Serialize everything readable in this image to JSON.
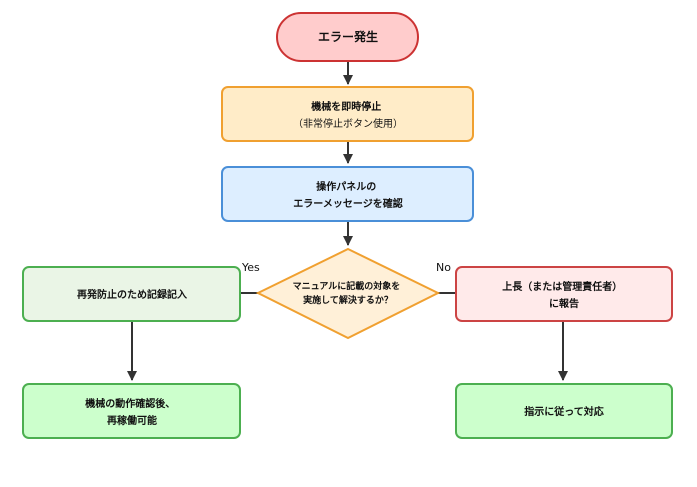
{
  "nodes": {
    "start": {
      "lines": [
        "エラー発生"
      ]
    },
    "stop": {
      "lines": [
        "機械を即時停止",
        "（非常停止ボタン使用）"
      ]
    },
    "check": {
      "lines": [
        "操作パネルの",
        "エラーメッセージを確認"
      ]
    },
    "decision": {
      "lines": [
        "マニュアルに記載の対象を",
        "実施して解決するか？"
      ]
    },
    "record": {
      "lines": [
        "再発防止のため記録記入"
      ]
    },
    "report": {
      "lines": [
        "上長（または管理責任者）",
        "に報告"
      ]
    },
    "restart": {
      "lines": [
        "機械の動作確認後、",
        "再稼働可能"
      ]
    },
    "follow": {
      "lines": [
        "指示に従って対応"
      ]
    }
  },
  "edges": {
    "yes_label": "Yes",
    "no_label": "No"
  },
  "colors": {
    "start_fill": "#ffcccc",
    "start_stroke": "#cc3333",
    "stop_fill": "#ffecc8",
    "stop_stroke": "#f0a030",
    "check_fill": "#ddeeff",
    "check_stroke": "#4a8fd8",
    "decision_fill": "#fff0d8",
    "decision_stroke": "#f0a030",
    "record_fill": "#eaf5e6",
    "record_stroke": "#4caf50",
    "report_fill": "#ffeaea",
    "report_stroke": "#cc4444",
    "restart_fill": "#ccffcc",
    "restart_stroke": "#4caf50",
    "follow_fill": "#ccffcc",
    "follow_stroke": "#4caf50",
    "arrow": "#333333"
  }
}
